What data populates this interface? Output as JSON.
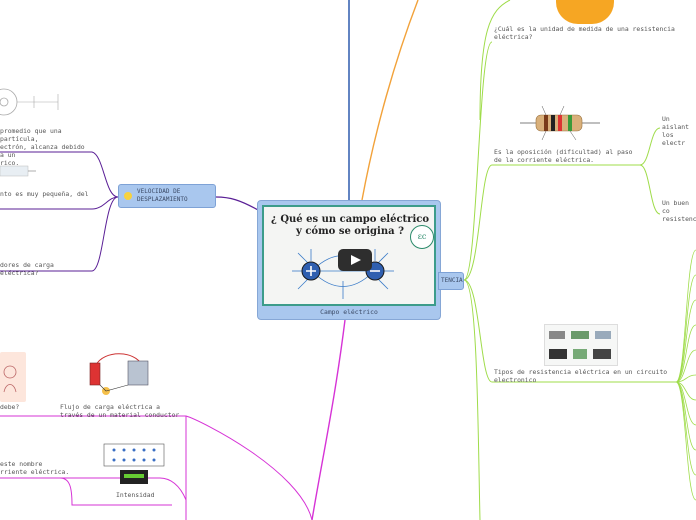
{
  "central": {
    "video_title": "¿ Qué es un campo eléctrico y cómo se origina ?",
    "label": "Campo eléctrico"
  },
  "velocidad": {
    "label": "VELOCIDAD DE DESPLAZAMIENTO",
    "text1": "promedio que una partícula,\nectrón, alcanza debido a un\nrico.",
    "text2": "nto es muy pequeña, del",
    "text3": "dores de carga eléctrica?"
  },
  "resistencia": {
    "label": "TENCIA",
    "unidad_text": "¿Cuál es la unidad de medida de una resistencia\neléctrica?",
    "oposicion_text": "Es la oposición (dificultad) al paso\nde la corriente eléctrica.",
    "aislante_text": "Un aislant\nlos electr",
    "buen_text": "Un buen co\nresistenc",
    "tipos_text": "Tipos de resistencia eléctrica en un circuito\nelectronico"
  },
  "intensidad": {
    "debe_text": "debe?",
    "flujo_text": "Flujo de carga eléctrica a\ntravés de un material conductor",
    "nombre_text": "este nombre\nrriente eléctrica.",
    "label": "Intensidad"
  },
  "colors": {
    "line_blue": "#1f4fa8",
    "line_orange": "#f2a23a",
    "line_magenta": "#d633d6",
    "line_green": "#9fdc4a",
    "line_purple": "#5a1f96"
  }
}
